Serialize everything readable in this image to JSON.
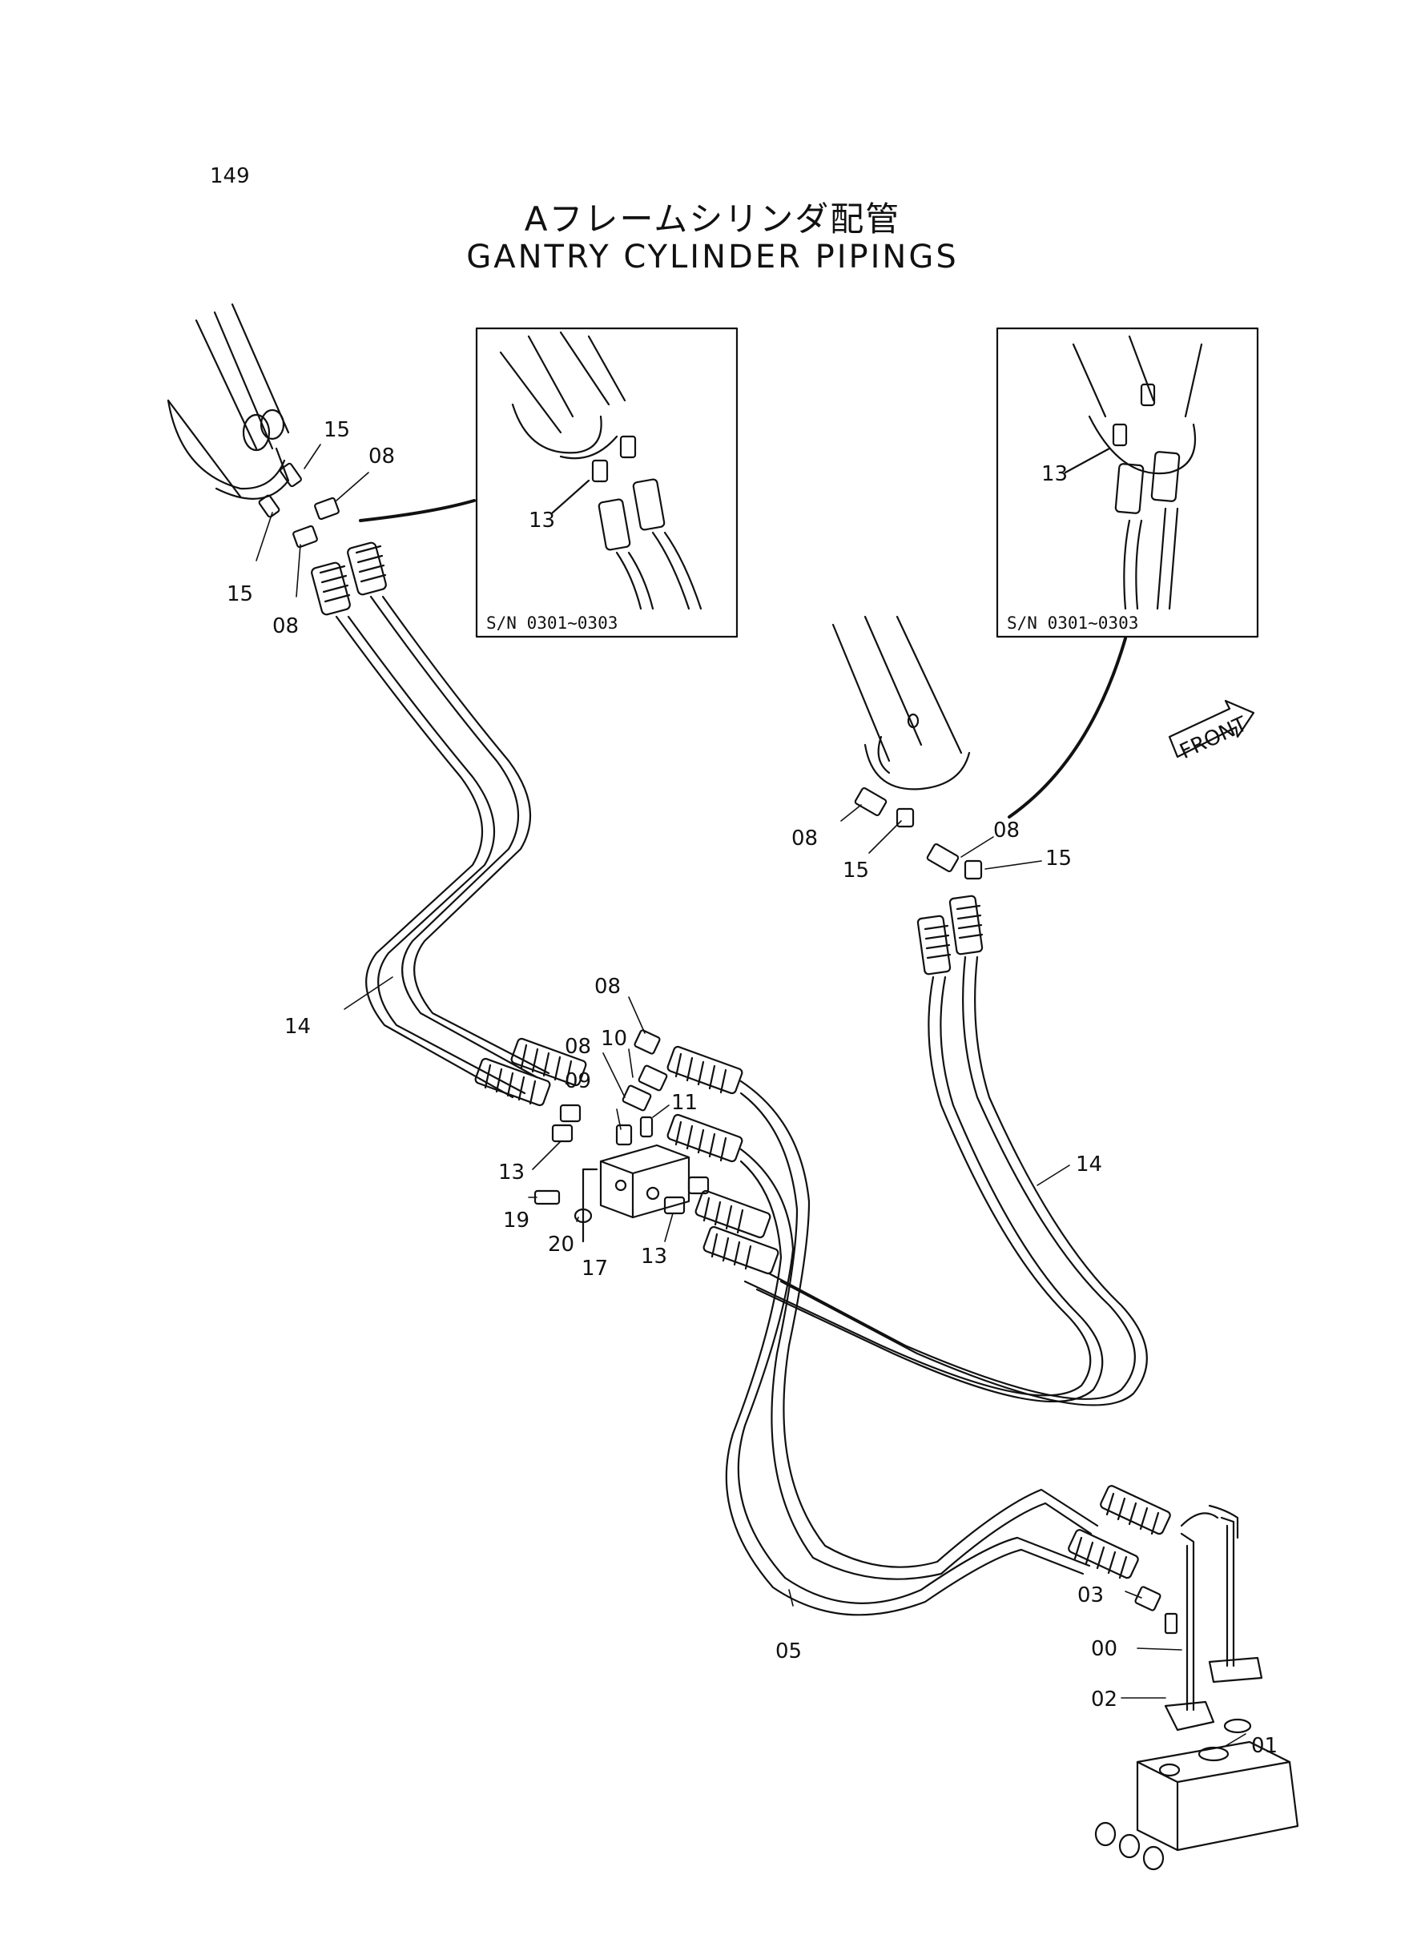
{
  "page_number": "149",
  "title_jp": "Aフレームシリンダ配管",
  "title_en": "GANTRY CYLINDER PIPINGS",
  "front_label": "FRONT",
  "insets": [
    {
      "serial": "S/N 0301~0303",
      "part_label": "13"
    },
    {
      "serial": "S/N 0301~0303",
      "part_label": "13"
    }
  ],
  "part_labels": {
    "left_15_upper": "15",
    "left_08_upper": "08",
    "left_15_lower": "15",
    "left_08_lower": "08",
    "right_08_left": "08",
    "right_15_left": "15",
    "right_08_right": "08",
    "right_15_right": "15",
    "hose_14_left": "14",
    "hose_14_right": "14",
    "blk_08_top": "08",
    "blk_10": "10",
    "blk_08_mid": "08",
    "blk_09": "09",
    "blk_11": "11",
    "blk_13_left": "13",
    "blk_19": "19",
    "blk_20": "20",
    "blk_17": "17",
    "blk_13_bottom": "13",
    "hose_05": "05",
    "elbow_03": "03",
    "pipe_00": "00",
    "bolt_02": "02",
    "oring_01": "01"
  }
}
